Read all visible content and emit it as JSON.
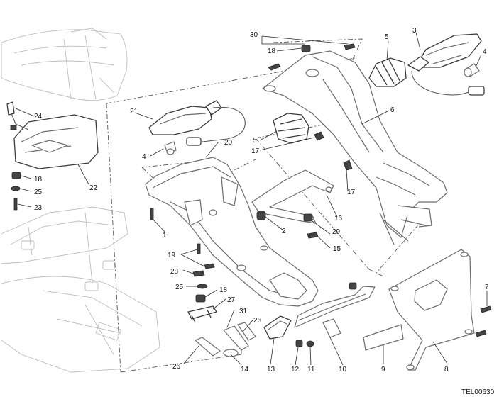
{
  "diagram": {
    "drawing_code": "TEL00630",
    "callouts": {
      "c1": "1",
      "c2": "2",
      "c3": "3",
      "c4a": "4",
      "c4b": "4",
      "c5a": "5",
      "c5b": "5",
      "c6": "6",
      "c7": "7",
      "c8": "8",
      "c9": "9",
      "c10": "10",
      "c11": "11",
      "c12": "12",
      "c13": "13",
      "c14": "14",
      "c15": "15",
      "c16": "16",
      "c17a": "17",
      "c17b": "17",
      "c18a": "18",
      "c18b": "18",
      "c18c": "18",
      "c19": "19",
      "c20": "20",
      "c21": "21",
      "c22": "22",
      "c23": "23",
      "c24": "24",
      "c25a": "25",
      "c25b": "25",
      "c26a": "26",
      "c26b": "26",
      "c27": "27",
      "c28": "28",
      "c29": "29",
      "c30": "30",
      "c31": "31"
    }
  }
}
